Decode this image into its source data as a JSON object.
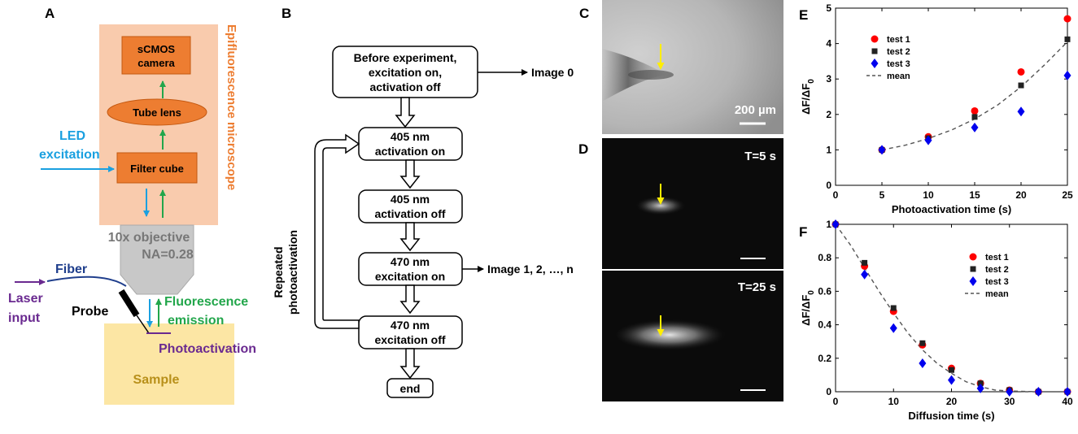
{
  "panels": {
    "a": "A",
    "b": "B",
    "c": "C",
    "d": "D",
    "e": "E",
    "f": "F"
  },
  "panel_a": {
    "scope_title": "Epifluorescence microscope",
    "camera_line1": "sCMOS",
    "camera_line2": "camera",
    "tube_lens": "Tube lens",
    "filter_cube": "Filter cube",
    "led_line1": "LED",
    "led_line2": "excitation",
    "objective_line1": "10x objective",
    "objective_line2": "NA=0.28",
    "fiber": "Fiber",
    "laser_line1": "Laser",
    "laser_line2": "input",
    "probe": "Probe",
    "fluor_line1": "Fluorescence",
    "fluor_line2": "emission",
    "photoactivation": "Photoactivation",
    "sample": "Sample"
  },
  "panel_b": {
    "box1_l1": "Before experiment,",
    "box1_l2": "excitation on,",
    "box1_l3": "activation off",
    "box2_l1": "405 nm",
    "box2_l2": "activation on",
    "box3_l1": "405 nm",
    "box3_l2": "activation off",
    "box4_l1": "470 nm",
    "box4_l2": "excitation on",
    "box5_l1": "470 nm",
    "box5_l2": "excitation off",
    "box6": "end",
    "image0": "Image 0",
    "imagen": "Image 1, 2, …, n",
    "loop_l1": "Repeated",
    "loop_l2": "photoactivation"
  },
  "panel_c": {
    "scalebar": "200 µm"
  },
  "panel_d": {
    "t1": "T=5 s",
    "t2": "T=25 s"
  },
  "colors": {
    "red": "#ff0000",
    "black": "#222222",
    "blue": "#0000ee",
    "orange": "#ed7d31",
    "scope_bg": "#f9cbad",
    "sample_bg": "#fce6a4"
  },
  "chart_data": [
    {
      "type": "scatter",
      "id": "E",
      "xlabel": "Photoactivation time (s)",
      "ylabel": "ΔF/ΔF",
      "ylabel_sub": "0",
      "xlim": [
        0,
        25
      ],
      "ylim": [
        0,
        5
      ],
      "xticks": [
        0,
        5,
        10,
        15,
        20,
        25
      ],
      "yticks": [
        0,
        1,
        2,
        3,
        4,
        5
      ],
      "legend_position": "top-left",
      "series": [
        {
          "name": "test 1",
          "marker": "circle",
          "color": "#ff0000",
          "x": [
            5,
            10,
            15,
            20,
            25
          ],
          "y": [
            1.0,
            1.37,
            2.1,
            3.2,
            4.7
          ]
        },
        {
          "name": "test 2",
          "marker": "square",
          "color": "#222222",
          "x": [
            5,
            10,
            15,
            20,
            25
          ],
          "y": [
            1.0,
            1.33,
            1.93,
            2.82,
            4.12
          ]
        },
        {
          "name": "test 3",
          "marker": "diamond",
          "color": "#0000ee",
          "x": [
            5,
            10,
            15,
            20,
            25
          ],
          "y": [
            1.0,
            1.27,
            1.63,
            2.08,
            3.1
          ]
        },
        {
          "name": "mean",
          "marker": "dashed-line",
          "color": "#555555",
          "x": [
            5,
            7.5,
            10,
            12.5,
            15,
            17.5,
            20,
            22.5,
            25
          ],
          "y": [
            1.0,
            1.13,
            1.32,
            1.56,
            1.87,
            2.27,
            2.78,
            3.39,
            4.05
          ]
        }
      ]
    },
    {
      "type": "scatter",
      "id": "F",
      "xlabel": "Diffusion time (s)",
      "ylabel": "ΔF/ΔF",
      "ylabel_sub": "0",
      "xlim": [
        0,
        40
      ],
      "ylim": [
        0,
        1
      ],
      "xticks": [
        0,
        10,
        20,
        30,
        40
      ],
      "yticks": [
        0,
        0.2,
        0.4,
        0.6,
        0.8,
        1
      ],
      "legend_position": "top-right",
      "series": [
        {
          "name": "test 1",
          "marker": "circle",
          "color": "#ff0000",
          "x": [
            0,
            5,
            10,
            15,
            20,
            25,
            30,
            35,
            40
          ],
          "y": [
            1.0,
            0.75,
            0.48,
            0.28,
            0.14,
            0.05,
            0.01,
            0.0,
            0.0
          ]
        },
        {
          "name": "test 2",
          "marker": "square",
          "color": "#222222",
          "x": [
            0,
            5,
            10,
            15,
            20,
            25,
            30,
            35,
            40
          ],
          "y": [
            1.0,
            0.77,
            0.5,
            0.29,
            0.13,
            0.05,
            0.01,
            0.0,
            0.0
          ]
        },
        {
          "name": "test 3",
          "marker": "diamond",
          "color": "#0000ee",
          "x": [
            0,
            5,
            10,
            15,
            20,
            25,
            30,
            35,
            40
          ],
          "y": [
            1.0,
            0.7,
            0.38,
            0.17,
            0.07,
            0.02,
            0.0,
            0.0,
            0.0
          ]
        },
        {
          "name": "mean",
          "marker": "dashed-line",
          "color": "#555555",
          "x": [
            0,
            2.5,
            5,
            7.5,
            10,
            12.5,
            15,
            17.5,
            20,
            22.5,
            25,
            27.5,
            30,
            32.5,
            35,
            37.5,
            40
          ],
          "y": [
            1.0,
            0.88,
            0.74,
            0.6,
            0.47,
            0.35,
            0.25,
            0.17,
            0.11,
            0.06,
            0.03,
            0.01,
            0.005,
            0.002,
            0.0,
            0.0,
            0.0
          ]
        }
      ]
    }
  ]
}
